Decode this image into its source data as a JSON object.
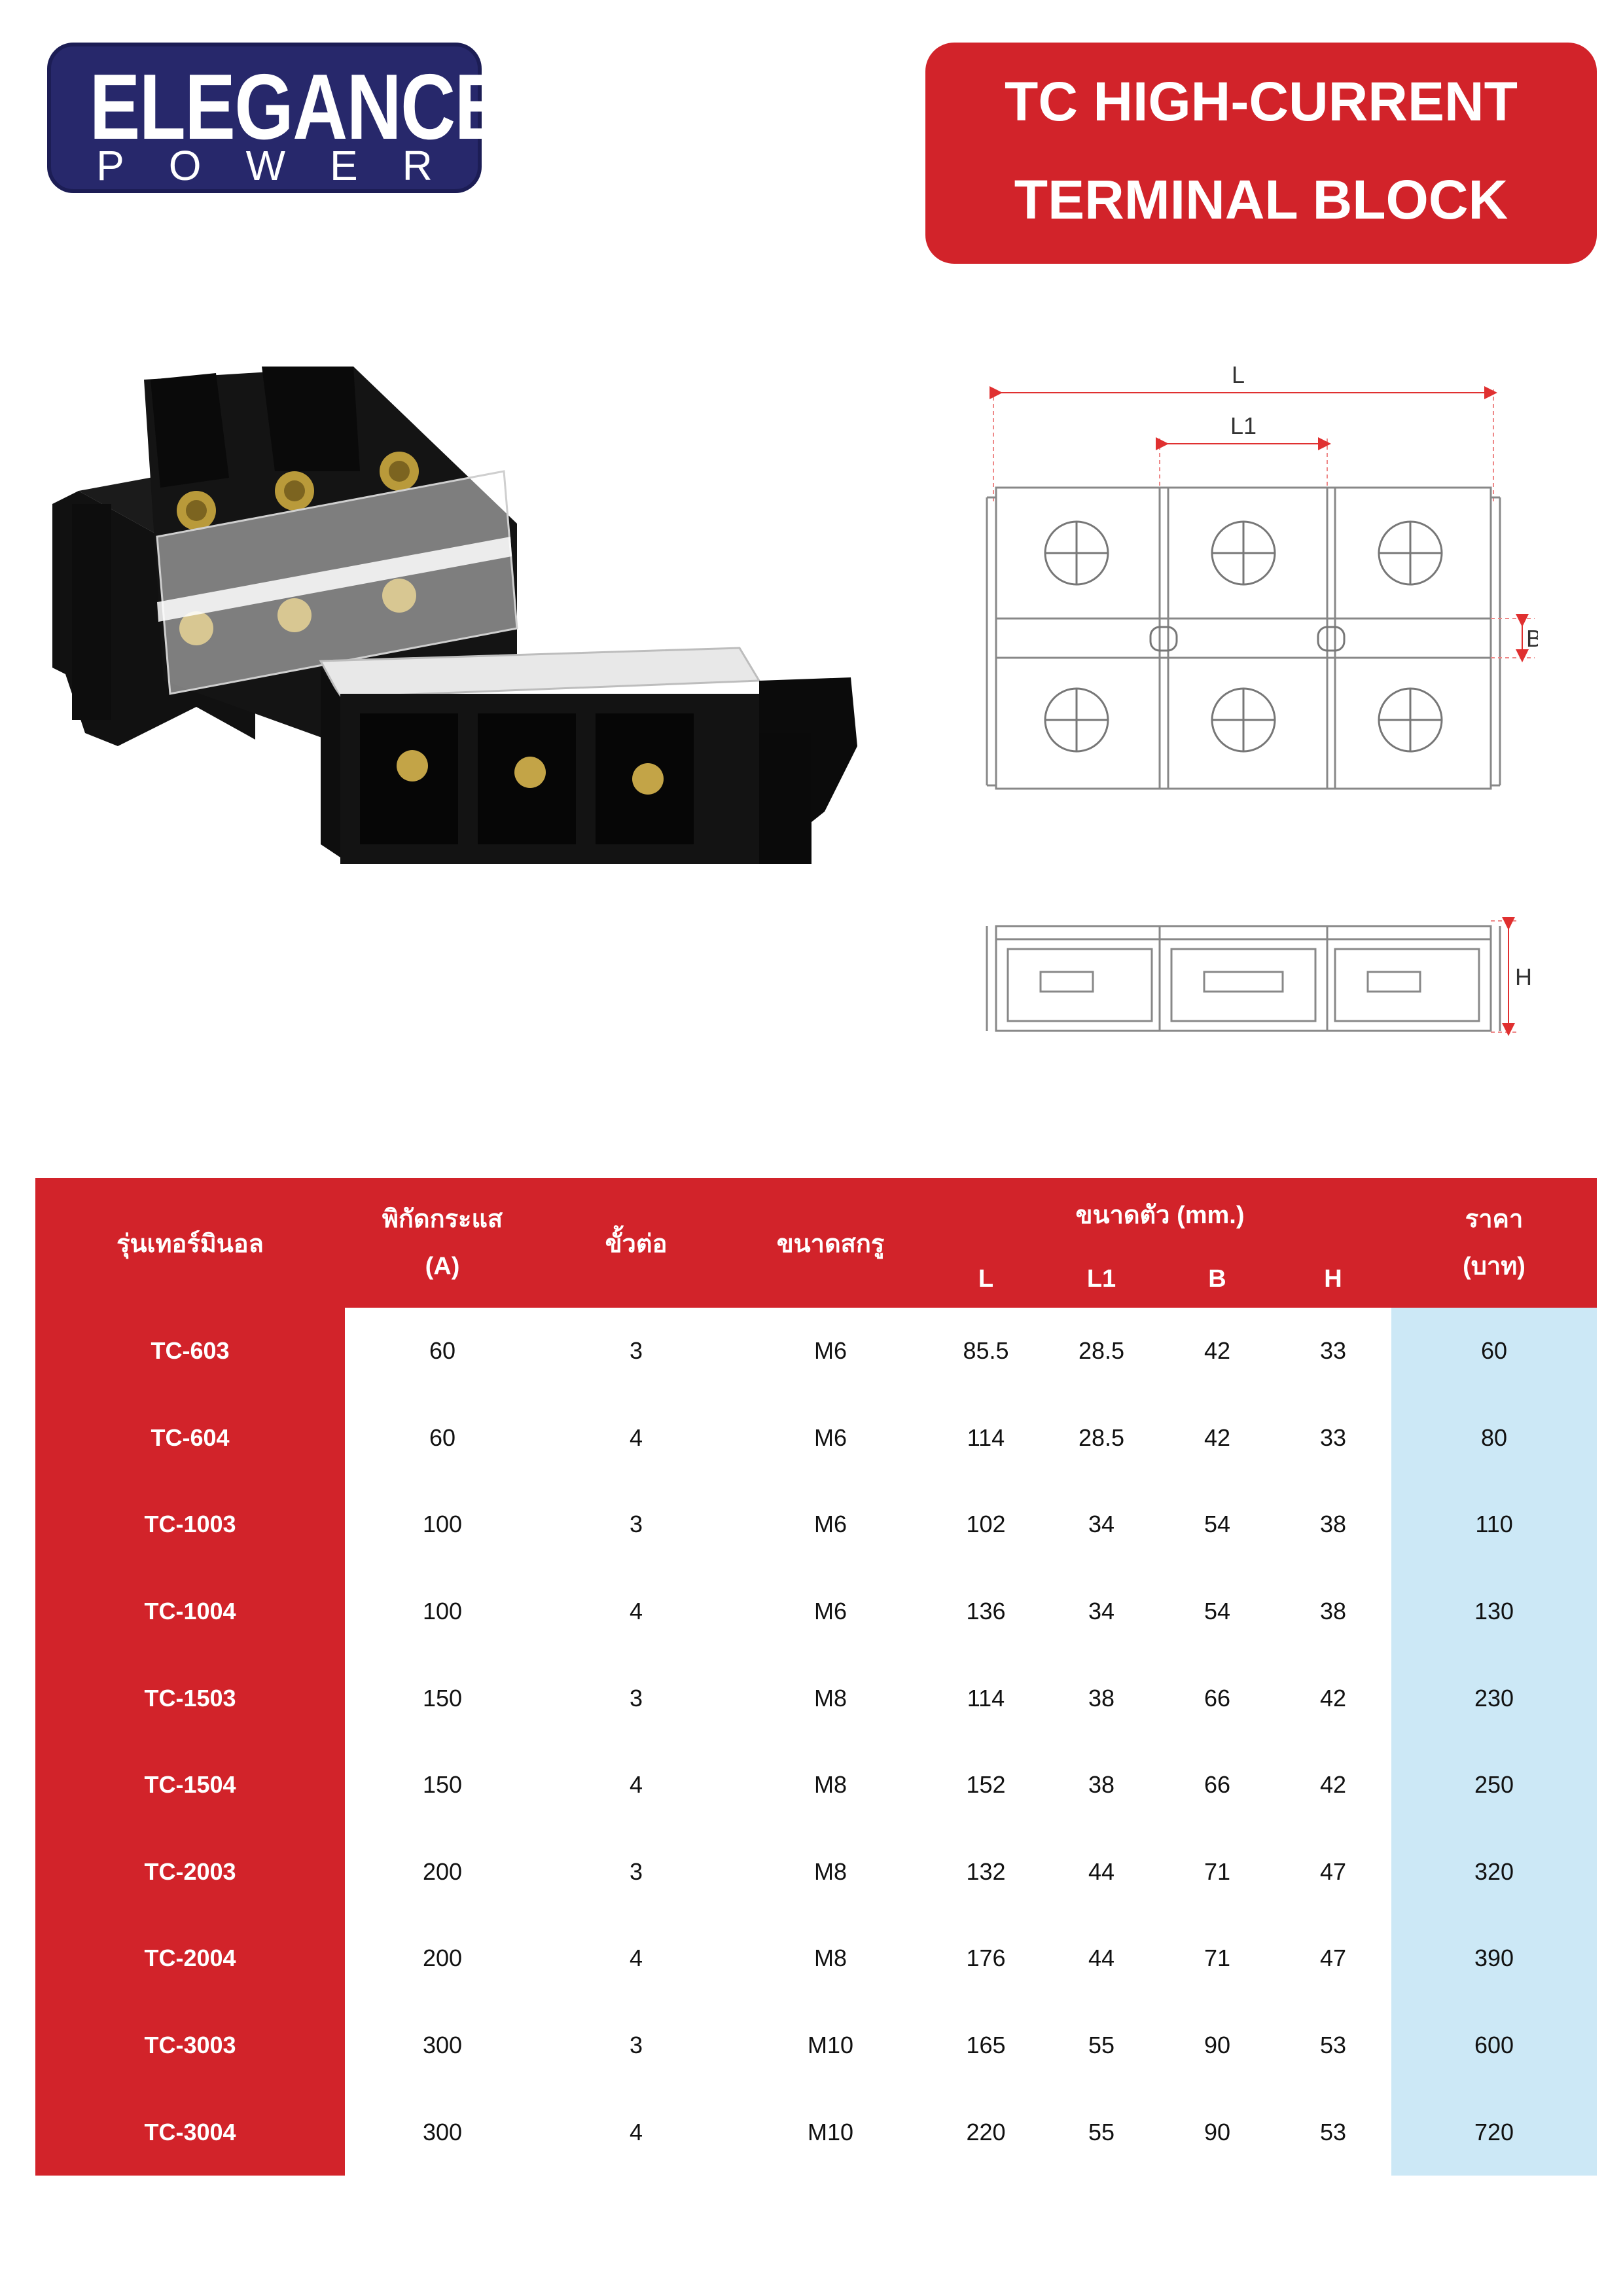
{
  "brand": {
    "line1": "ELEGANCE",
    "line2": "POWER",
    "color": "#27286b"
  },
  "title": {
    "line1": "TC HIGH-CURRENT",
    "line2": "TERMINAL BLOCK",
    "color": "#d2232a"
  },
  "drawing": {
    "L": "L",
    "L1": "L1",
    "B": "B",
    "H": "H"
  },
  "table": {
    "headers": {
      "model": "รุ่นเทอร์มินอล",
      "current_line1": "พิกัดกระแส",
      "current_line2": "(A)",
      "poles": "ขั้วต่อ",
      "screw": "ขนาดสกรู",
      "size_group": "ขนาดตัว (mm.)",
      "L": "L",
      "L1": "L1",
      "B": "B",
      "H": "H",
      "price_line1": "ราคา",
      "price_line2": "(บาท)"
    },
    "rows": [
      {
        "model": "TC-603",
        "current": "60",
        "poles": "3",
        "screw": "M6",
        "L": "85.5",
        "L1": "28.5",
        "B": "42",
        "H": "33",
        "price": "60"
      },
      {
        "model": "TC-604",
        "current": "60",
        "poles": "4",
        "screw": "M6",
        "L": "114",
        "L1": "28.5",
        "B": "42",
        "H": "33",
        "price": "80"
      },
      {
        "model": "TC-1003",
        "current": "100",
        "poles": "3",
        "screw": "M6",
        "L": "102",
        "L1": "34",
        "B": "54",
        "H": "38",
        "price": "110"
      },
      {
        "model": "TC-1004",
        "current": "100",
        "poles": "4",
        "screw": "M6",
        "L": "136",
        "L1": "34",
        "B": "54",
        "H": "38",
        "price": "130"
      },
      {
        "model": "TC-1503",
        "current": "150",
        "poles": "3",
        "screw": "M8",
        "L": "114",
        "L1": "38",
        "B": "66",
        "H": "42",
        "price": "230"
      },
      {
        "model": "TC-1504",
        "current": "150",
        "poles": "4",
        "screw": "M8",
        "L": "152",
        "L1": "38",
        "B": "66",
        "H": "42",
        "price": "250"
      },
      {
        "model": "TC-2003",
        "current": "200",
        "poles": "3",
        "screw": "M8",
        "L": "132",
        "L1": "44",
        "B": "71",
        "H": "47",
        "price": "320"
      },
      {
        "model": "TC-2004",
        "current": "200",
        "poles": "4",
        "screw": "M8",
        "L": "176",
        "L1": "44",
        "B": "71",
        "H": "47",
        "price": "390"
      },
      {
        "model": "TC-3003",
        "current": "300",
        "poles": "3",
        "screw": "M10",
        "L": "165",
        "L1": "55",
        "B": "90",
        "H": "53",
        "price": "600"
      },
      {
        "model": "TC-3004",
        "current": "300",
        "poles": "4",
        "screw": "M10",
        "L": "220",
        "L1": "55",
        "B": "90",
        "H": "53",
        "price": "720"
      }
    ]
  }
}
